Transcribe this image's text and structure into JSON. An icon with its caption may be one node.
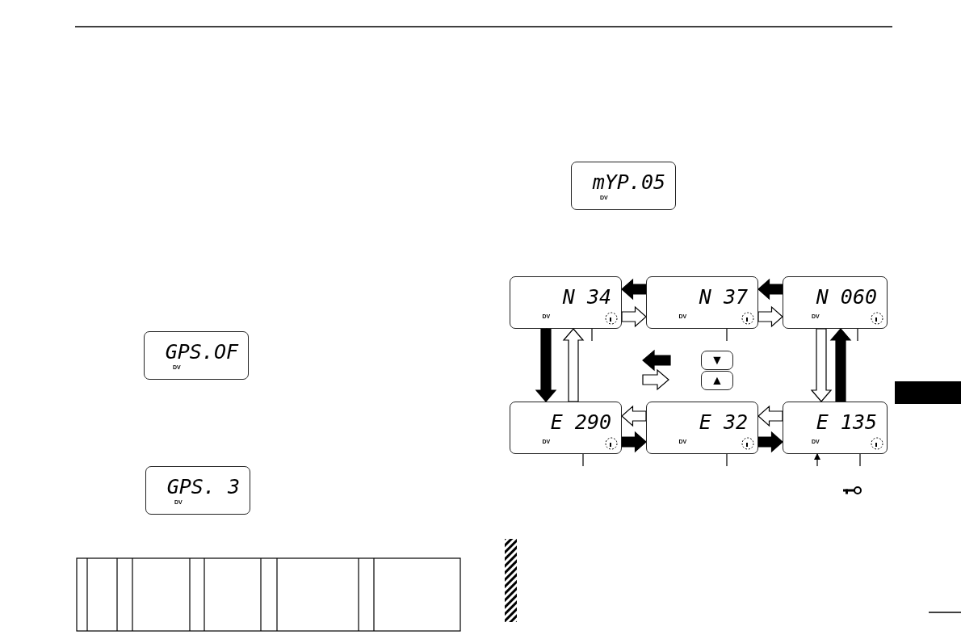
{
  "diagram": {
    "nodes": [
      {
        "text": [
          "GPS.OF",
          "DV"
        ]
      },
      {
        "text": [
          "GPS. 3",
          "DV"
        ]
      },
      {
        "text": [
          "mYP.05",
          "DV"
        ]
      },
      {
        "text": [
          "N 34",
          "DV"
        ]
      },
      {
        "text": [
          "N 37",
          "DV"
        ]
      },
      {
        "text": [
          "N 060",
          "DV"
        ]
      },
      {
        "text": [
          "E 290",
          "DV"
        ]
      },
      {
        "text": [
          "E 32",
          "DV"
        ]
      },
      {
        "text": [
          "E 135",
          "DV"
        ]
      },
      {
        "text": [],
        "shape": "box"
      },
      {
        "text": [],
        "shape": "bar"
      }
    ],
    "edges": [
      {
        "from": 3,
        "to": 4,
        "arrow": "to",
        "color": "#ffffff"
      },
      {
        "from": 4,
        "to": 5,
        "arrow": "to",
        "color": "#ffffff"
      },
      {
        "from": 5,
        "to": 4,
        "arrow": "to",
        "color": "#000000"
      },
      {
        "from": 4,
        "to": 3,
        "arrow": "to",
        "color": "#000000"
      },
      {
        "from": 3,
        "to": 6,
        "arrow": "to",
        "color": "#000000"
      },
      {
        "from": 6,
        "to": 3,
        "arrow": "to",
        "color": "#ffffff"
      },
      {
        "from": 5,
        "to": 8,
        "arrow": "to",
        "color": "#ffffff"
      },
      {
        "from": 8,
        "to": 5,
        "arrow": "to",
        "color": "#000000"
      },
      {
        "from": 8,
        "to": 7,
        "arrow": "to",
        "color": "#ffffff"
      },
      {
        "from": 7,
        "to": 6,
        "arrow": "to",
        "color": "#ffffff"
      },
      {
        "from": 6,
        "to": 7,
        "arrow": "to",
        "color": "#000000"
      },
      {
        "from": 7,
        "to": 8,
        "arrow": "to",
        "color": "#000000"
      },
      {
        "from": null,
        "to": 3,
        "arrow": "to"
      },
      {
        "from": null,
        "to": 3,
        "arrow": "none"
      },
      {
        "from": null,
        "to": 4,
        "arrow": "none"
      },
      {
        "from": null,
        "to": 5,
        "arrow": "none"
      },
      {
        "from": null,
        "to": 6,
        "arrow": "none"
      },
      {
        "from": null,
        "to": 7,
        "arrow": "none"
      },
      {
        "from": null,
        "to": 8,
        "arrow": "to"
      },
      {
        "from": null,
        "to": 8,
        "arrow": "none"
      }
    ],
    "legend": [
      {
        "text": "▼"
      },
      {
        "text": "▲"
      }
    ]
  }
}
